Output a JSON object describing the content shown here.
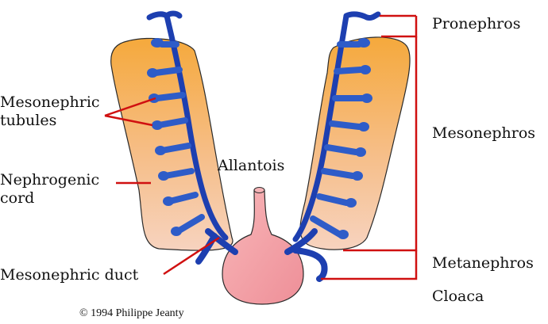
{
  "labels": {
    "pronephros": "Pronephros",
    "mesonephros": "Mesonephros",
    "metanephros": "Metanephros",
    "cloaca": "Cloaca",
    "mesonephric_tubules_line1": "Mesonephric",
    "mesonephric_tubules_line2": "tubules",
    "nephrogenic_cord_line1": "Nephrogenic",
    "nephrogenic_cord_line2": "cord",
    "allantois": "Allantois",
    "mesonephric_duct": "Mesonephric duct"
  },
  "copyright": "© 1994 Philippe Jeanty",
  "colors": {
    "nephrogenic_cord_top": "#F5A93C",
    "nephrogenic_cord_bottom": "#F7CDB0",
    "duct_blue": "#1D3FB0",
    "tubule_blue": "#2E5CC8",
    "allantois_pink": "#F4A3A8",
    "pointer_red": "#D01010",
    "text": "#111111"
  }
}
